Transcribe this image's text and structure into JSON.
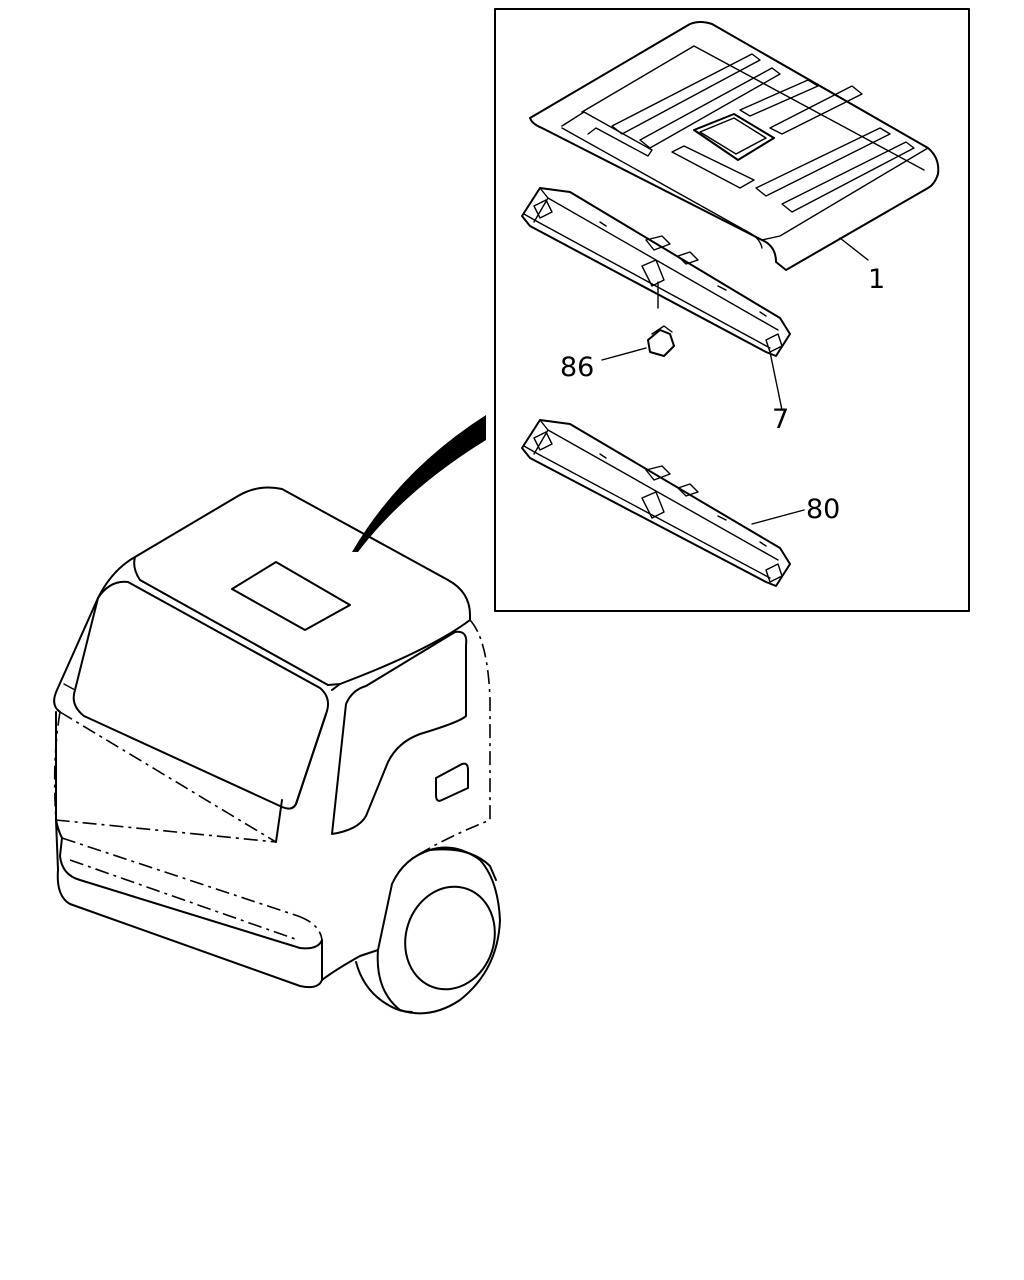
{
  "callouts": {
    "part_1": "1",
    "part_7": "7",
    "part_80": "80",
    "part_86": "86"
  },
  "colors": {
    "line": "#000000",
    "background": "#ffffff"
  }
}
